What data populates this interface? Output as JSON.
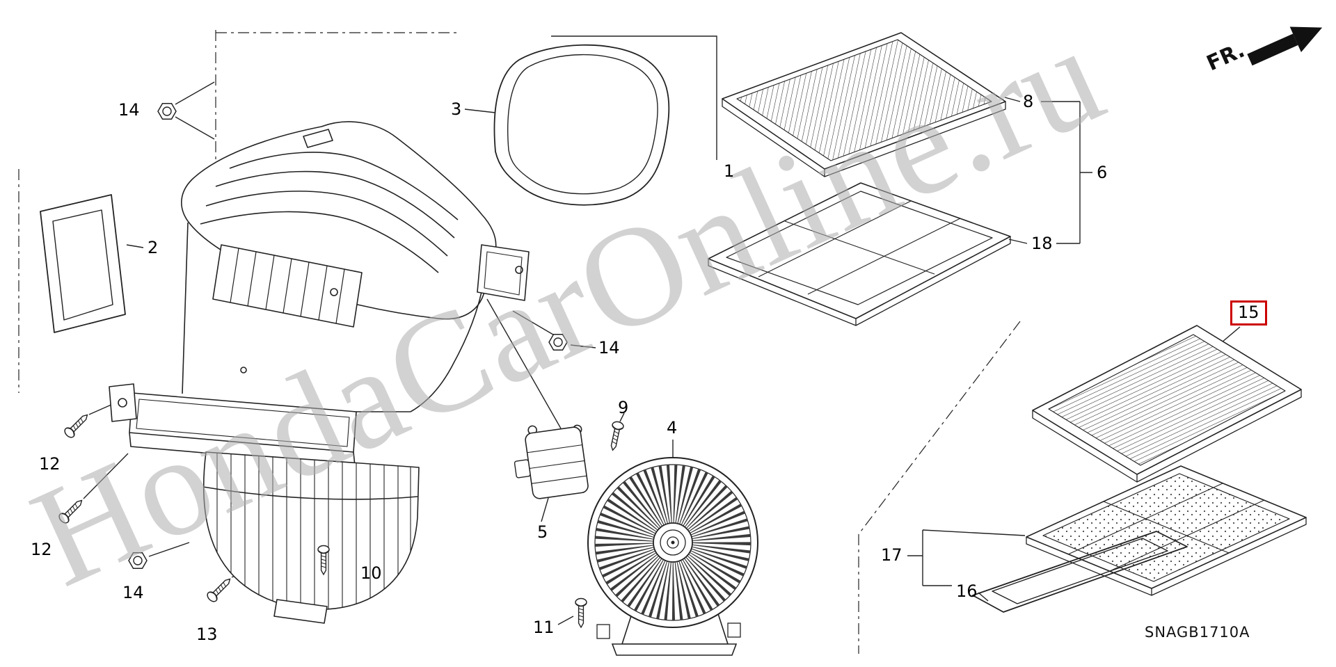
{
  "watermark": {
    "text": "HondaCarOnline.ru"
  },
  "direction_indicator": {
    "label": "FR."
  },
  "diagram": {
    "code": "SNAGB1710A"
  },
  "colors": {
    "highlight_box": "#cc0000",
    "line_art": "#222222",
    "watermark": "#adadad",
    "background": "#ffffff"
  },
  "part_labels": [
    {
      "ref": "14"
    },
    {
      "ref": "2"
    },
    {
      "ref": "3"
    },
    {
      "ref": "1"
    },
    {
      "ref": "8"
    },
    {
      "ref": "6"
    },
    {
      "ref": "18"
    },
    {
      "ref": "15",
      "highlighted": true
    },
    {
      "ref": "4"
    },
    {
      "ref": "5"
    },
    {
      "ref": "9"
    },
    {
      "ref": "14"
    },
    {
      "ref": "10"
    },
    {
      "ref": "11"
    },
    {
      "ref": "12"
    },
    {
      "ref": "12"
    },
    {
      "ref": "13"
    },
    {
      "ref": "14"
    },
    {
      "ref": "17"
    },
    {
      "ref": "16"
    }
  ]
}
